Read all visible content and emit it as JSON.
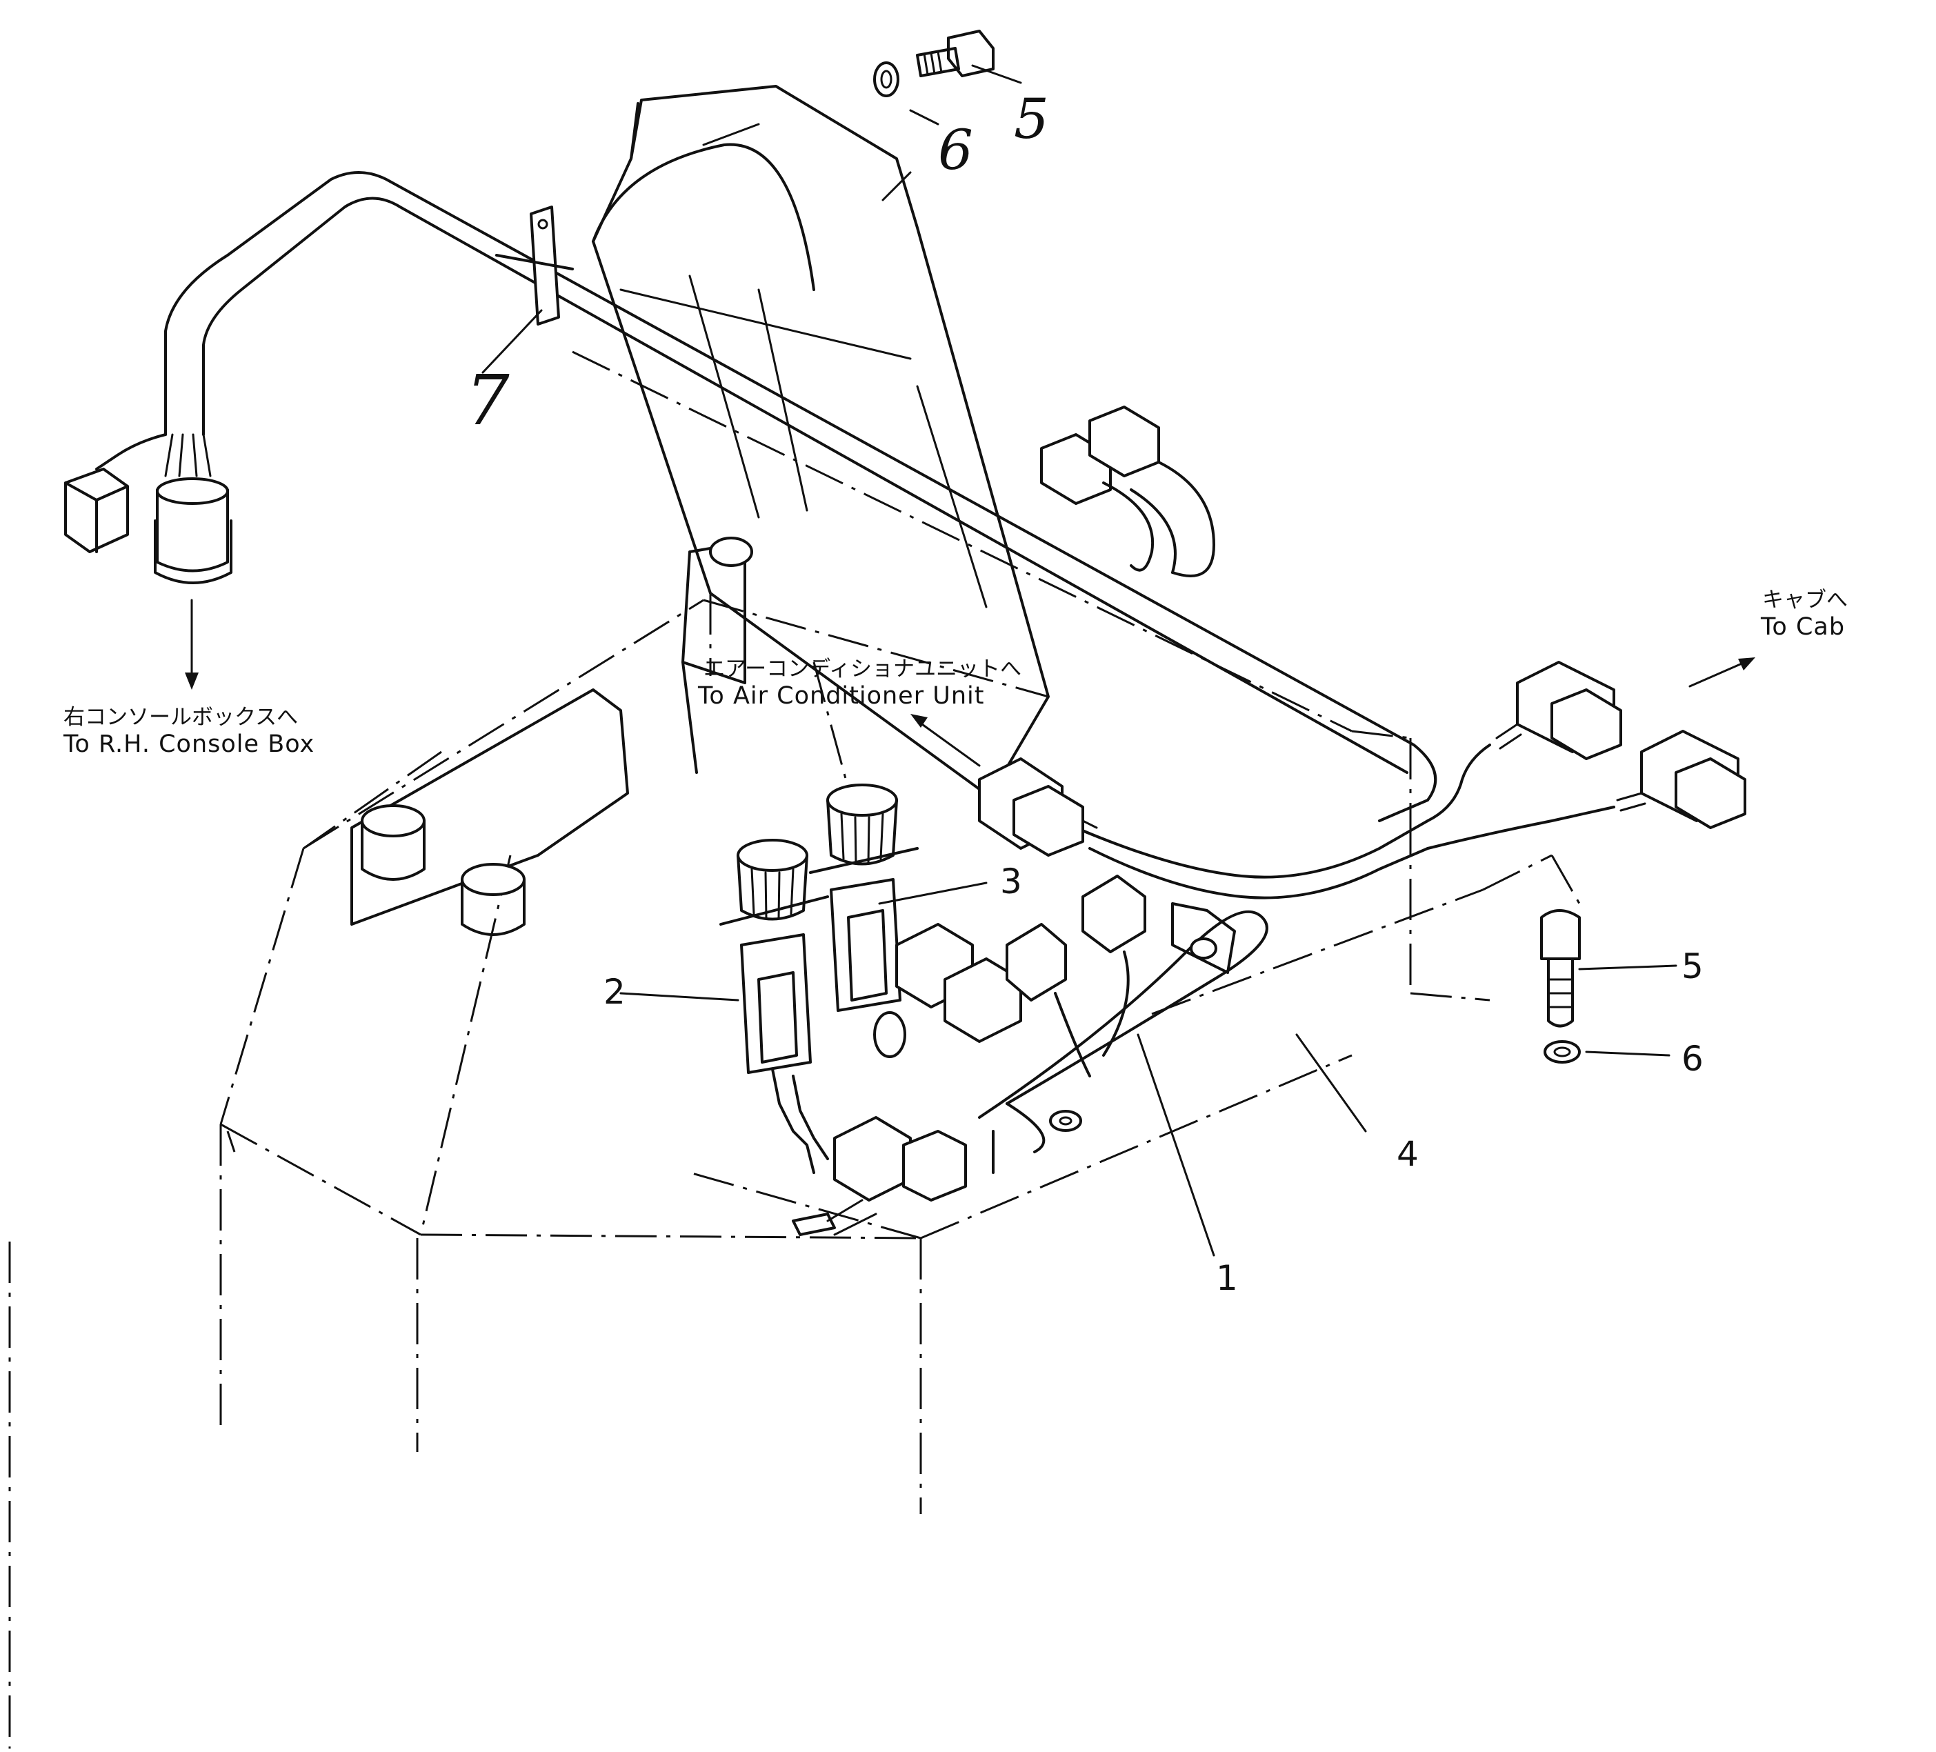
{
  "callouts": {
    "c1": "1",
    "c2": "2",
    "c3": "3",
    "c4": "4",
    "c5_top": "5",
    "c6_top": "6",
    "c7": "7",
    "c5_right": "5",
    "c6_right": "6"
  },
  "destinations": {
    "console_jp": "右コンソールボックスへ",
    "console_en": "To R.H. Console Box",
    "aircon_jp": "エアーコンディショナユニットへ",
    "aircon_en": "To Air Conditioner Unit",
    "cab_jp": "キャブへ",
    "cab_en": "To Cab"
  }
}
